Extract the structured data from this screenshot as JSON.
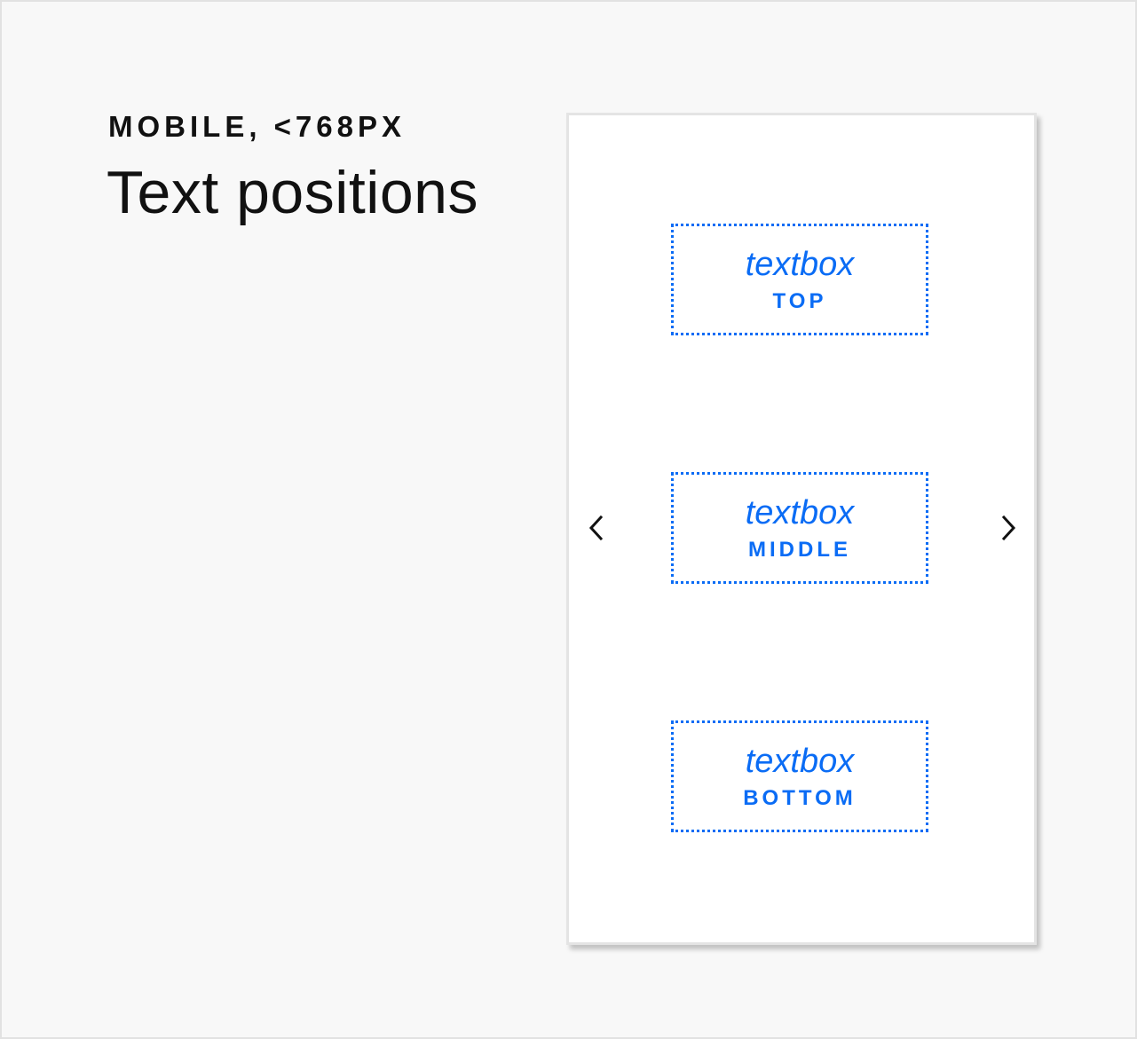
{
  "header": {
    "eyebrow": "MOBILE, <768PX",
    "title": "Text positions"
  },
  "device": {
    "textboxes": [
      {
        "word": "textbox",
        "label": "TOP"
      },
      {
        "word": "textbox",
        "label": "MIDDLE"
      },
      {
        "word": "textbox",
        "label": "BOTTOM"
      }
    ],
    "nav": {
      "prev_icon": "chevron-left-icon",
      "next_icon": "chevron-right-icon"
    }
  },
  "colors": {
    "accent": "#0a6cf5",
    "text": "#111111",
    "background": "#f8f8f8",
    "device_bg": "#ffffff",
    "device_border": "#e4e4e4"
  }
}
